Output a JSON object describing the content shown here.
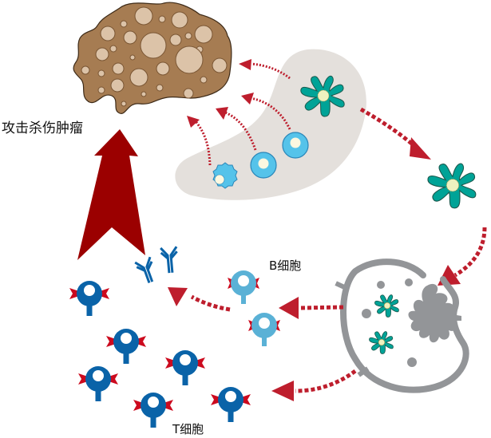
{
  "labels": {
    "attack_tumor": "攻击杀伤肿瘤",
    "b_cell": "B细胞",
    "t_cell": "T细胞"
  },
  "nodes": [
    {
      "id": "tumor",
      "name": "tumor-cell"
    },
    {
      "id": "tme",
      "name": "tumor-microenvironment"
    },
    {
      "id": "dendritic-1",
      "name": "dendritic-cell"
    },
    {
      "id": "dendritic-2",
      "name": "migrating-dendritic-cell"
    },
    {
      "id": "lymph-node",
      "name": "lymph-node"
    },
    {
      "id": "b-cells",
      "name": "b-cells"
    },
    {
      "id": "antibodies",
      "name": "antibodies"
    },
    {
      "id": "t-cells",
      "name": "t-cells"
    }
  ],
  "colors": {
    "tumor": "#a67c52",
    "tumor_vesicle": "#dcc3a8",
    "tme_bg": "#e4e0dc",
    "dendritic": "#00a397",
    "nucleus": "#eef2c0",
    "immune_light": "#55c3ea",
    "b_cell": "#5ab1d6",
    "t_cell": "#0a63a8",
    "receptor": "#cc0a1e",
    "arrow": "#be1e2d",
    "big_arrow": "#9b0000",
    "lymph": "#939598"
  }
}
